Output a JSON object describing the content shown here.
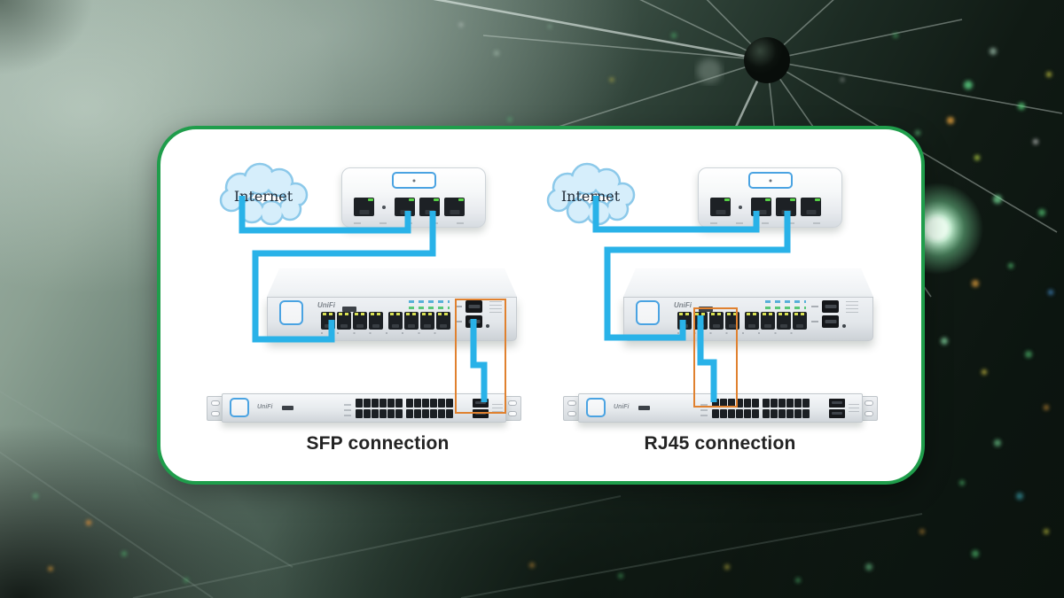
{
  "card": {
    "diagrams": [
      {
        "id": "sfp",
        "cloud_label": "Internet",
        "caption": "SFP connection",
        "connection_type": "SFP"
      },
      {
        "id": "rj45",
        "cloud_label": "Internet",
        "caption": "RJ45 connection",
        "connection_type": "RJ45"
      }
    ]
  },
  "devices": {
    "gateway": {
      "total_ports": 4,
      "grouped_ports": 3
    },
    "switch8": {
      "logo": "UniFi",
      "rj45_ports": 8,
      "ports_per_bank": 4,
      "sfp_ports": 2
    },
    "switch24": {
      "logo": "UniFi",
      "rj45_ports": 24,
      "ports_per_bank": 12,
      "sfp_ports": 2
    }
  },
  "colors": {
    "card-border": "#1f9d4b",
    "cable": "#29b2e8",
    "highlight": "#e0812f",
    "cloud-fill": "#d6eefb",
    "cloud-border": "#8cc9ea",
    "device-accent": "#4aa3e2",
    "led-green": "#57d347",
    "led-yellow": "#d8e052"
  }
}
